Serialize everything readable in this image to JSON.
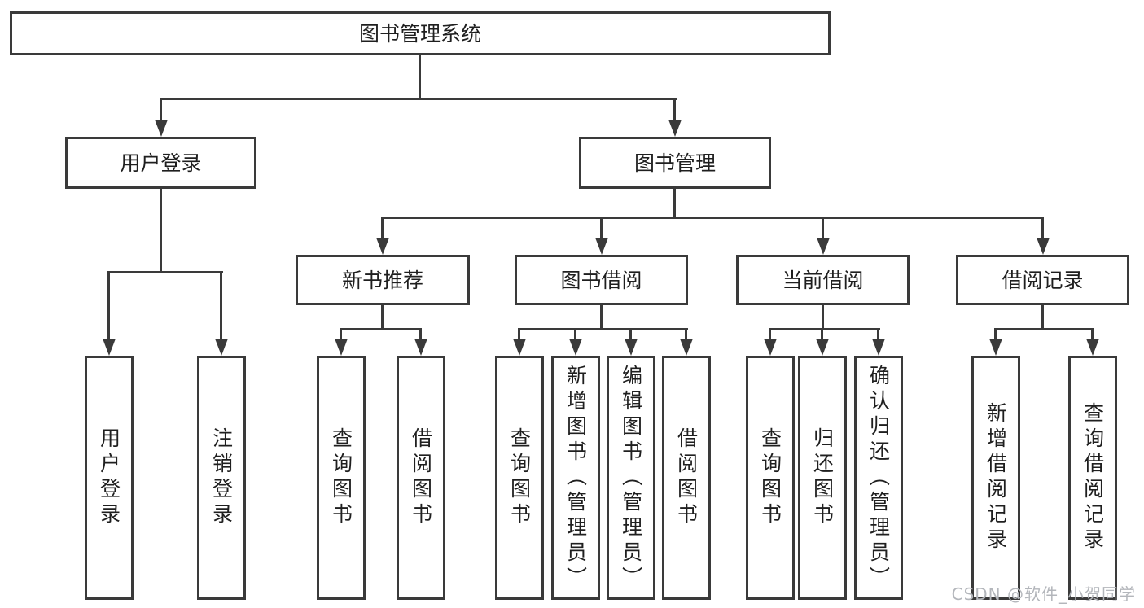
{
  "diagram": {
    "root": {
      "label": "图书管理系统"
    },
    "level2": [
      {
        "label": "用户登录"
      },
      {
        "label": "图书管理"
      }
    ],
    "level3": [
      {
        "label": "新书推荐"
      },
      {
        "label": "图书借阅"
      },
      {
        "label": "当前借阅"
      },
      {
        "label": "借阅记录"
      }
    ],
    "leaves": {
      "user_login": [
        "用户登录",
        "注销登录"
      ],
      "new_book_recommend": [
        "查询图书",
        "借阅图书"
      ],
      "book_borrow": [
        "查询图书",
        "新增图书（管理员）",
        "编辑图书（管理员）",
        "借阅图书"
      ],
      "current_borrow": [
        "查询图书",
        "归还图书",
        "确认归还（管理员）"
      ],
      "borrow_record": [
        "新增借阅记录",
        "查询借阅记录"
      ]
    }
  },
  "watermark": {
    "text": "CSDN @软件_小贺同学"
  },
  "colors": {
    "line": "#3a3a3a",
    "text": "#1f1f1f",
    "watermark": "#b3b6bb",
    "background": "#ffffff"
  }
}
